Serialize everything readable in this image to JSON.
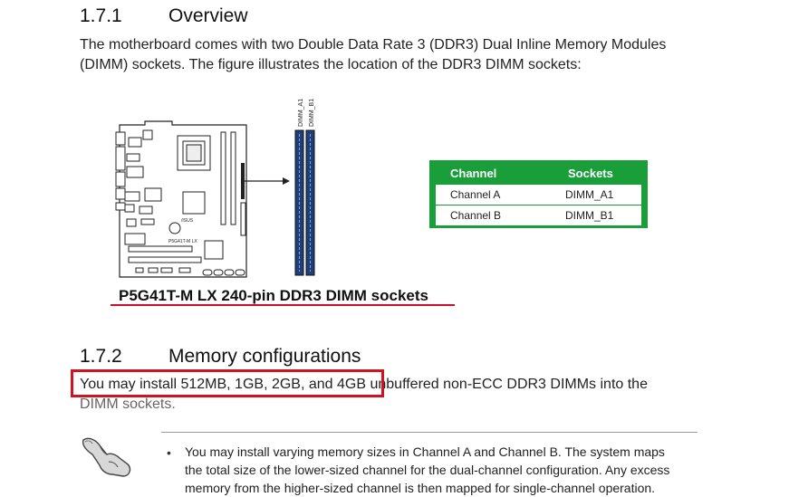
{
  "section1": {
    "number": "1.7.1",
    "title": "Overview",
    "para_line1": "The motherboard comes with two Double Data Rate 3 (DDR3) Dual Inline Memory Modules",
    "para_line2": "(DIMM) sockets. The figure illustrates the location of the DDR3 DIMM sockets:"
  },
  "figure": {
    "board_label": "P5G41T-M LX",
    "slot_labels": [
      "DIMM_A1",
      "DIMM_B1"
    ],
    "caption": "P5G41T-M LX 240-pin DDR3 DIMM sockets"
  },
  "table": {
    "headers": [
      "Channel",
      "Sockets"
    ],
    "rows": [
      [
        "Channel A",
        "DIMM_A1"
      ],
      [
        "Channel B",
        "DIMM_B1"
      ]
    ]
  },
  "section2": {
    "number": "1.7.2",
    "title": "Memory configurations",
    "para_line1": "You may install 512MB, 1GB, 2GB, and 4GB unbuffered non-ECC DDR3 DIMMs into the",
    "para_line2": "DIMM sockets."
  },
  "note": {
    "bullet": "•",
    "line1": "You may install varying memory sizes in Channel A and Channel B. The system maps",
    "line2": "the total size of the lower-sized channel for the dual-channel configuration. Any excess",
    "line3": "memory from the higher-sized channel is then mapped for single-channel operation."
  },
  "colors": {
    "table_green": "#1a9e3a",
    "highlight_red": "#d0141e",
    "dimm_blue": "#1f3f7a"
  }
}
